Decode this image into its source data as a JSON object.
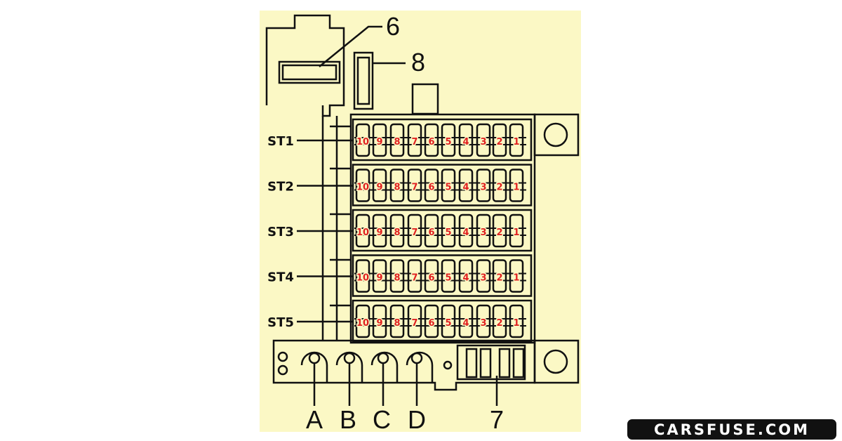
{
  "diagram": {
    "background_color": "#fbf8c5",
    "line_color": "#111111",
    "number_color": "#e02020",
    "callouts": {
      "six": "6",
      "eight": "8",
      "seven": "7",
      "a": "A",
      "b": "B",
      "c": "C",
      "d": "D"
    },
    "rows": [
      {
        "label": "ST1",
        "fuses": [
          "10",
          "9",
          "8",
          "7",
          "6",
          "5",
          "4",
          "3",
          "2",
          "1"
        ]
      },
      {
        "label": "ST2",
        "fuses": [
          "10",
          "9",
          "8",
          "7",
          "6",
          "5",
          "4",
          "3",
          "2",
          "1"
        ]
      },
      {
        "label": "ST3",
        "fuses": [
          "10",
          "9",
          "8",
          "7",
          "6",
          "5",
          "4",
          "3",
          "2",
          "1"
        ]
      },
      {
        "label": "ST4",
        "fuses": [
          "10",
          "9",
          "8",
          "7",
          "6",
          "5",
          "4",
          "3",
          "2",
          "1"
        ]
      },
      {
        "label": "ST5",
        "fuses": [
          "10",
          "9",
          "8",
          "7",
          "6",
          "5",
          "4",
          "3",
          "2",
          "1"
        ]
      }
    ]
  },
  "watermark": "CARSFUSE.COM"
}
